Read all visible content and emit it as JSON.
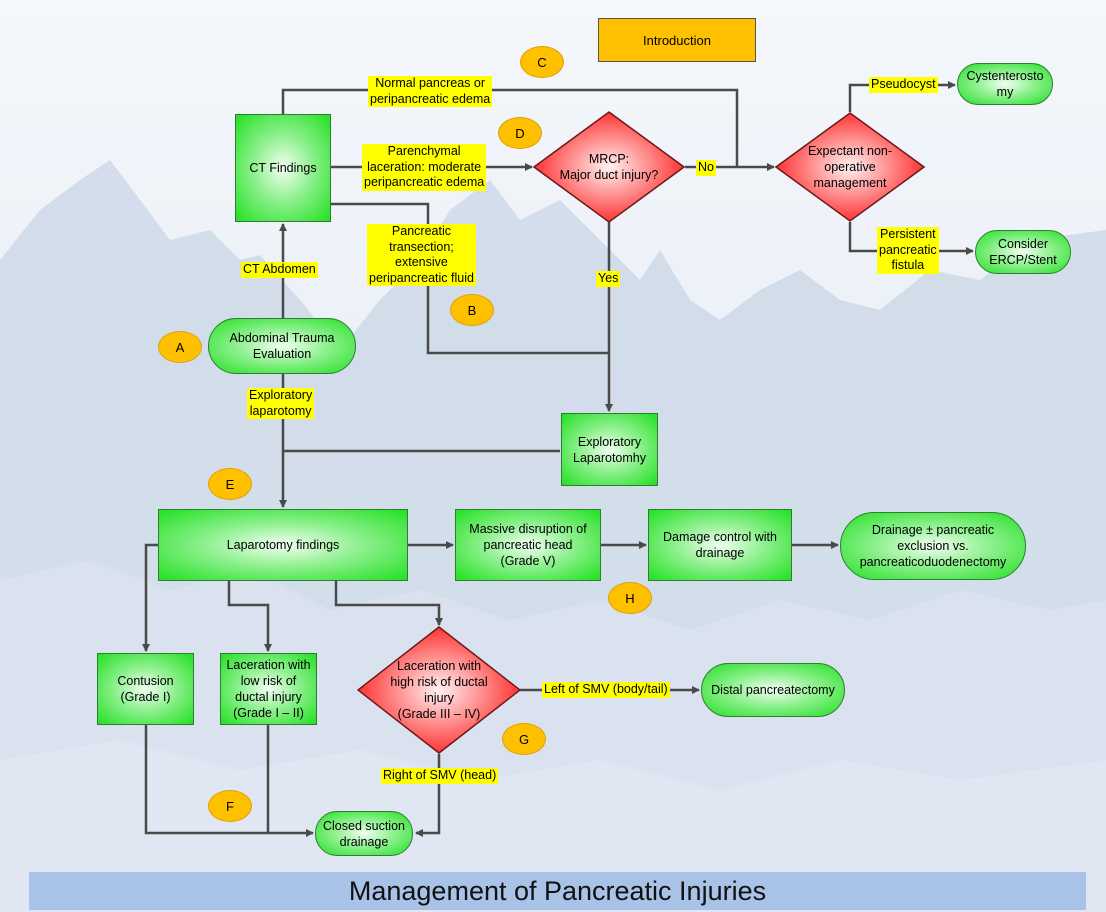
{
  "title": "Management of Pancreatic Injuries",
  "intro_button": "Introduction",
  "nodes": {
    "ct_findings": "CT Findings",
    "abdominal_trauma": "Abdominal Trauma Evaluation",
    "mrcp_line1": "MRCP:",
    "mrcp_line2": "Major duct injury?",
    "expectant_line1": "Expectant non-",
    "expectant_line2": "operative",
    "expectant_line3": "management",
    "cystenterostomy_line1": "Cystenterosto",
    "cystenterostomy_line2": "my",
    "consider_ercp_line1": "Consider",
    "consider_ercp_line2": "ERCP/Stent",
    "exploratory_lap_line1": "Exploratory",
    "exploratory_lap_line2": "Laparotomhy",
    "laparotomy_findings": "Laparotomy findings",
    "massive_line1": "Massive disruption of",
    "massive_line2": "pancreatic head",
    "massive_line3": "(Grade V)",
    "damage_line1": "Damage control with",
    "damage_line2": "drainage",
    "drainage_line1": "Drainage ± pancreatic",
    "drainage_line2": "exclusion vs.",
    "drainage_line3": "pancreaticoduodenectomy",
    "contusion_line1": "Contusion",
    "contusion_line2": "(Grade I)",
    "lowrisk_line1": "Laceration with",
    "lowrisk_line2": "low risk of",
    "lowrisk_line3": "ductal injury",
    "lowrisk_line4": "(Grade I – II)",
    "highrisk_line1": "Laceration with",
    "highrisk_line2": "high risk of ductal",
    "highrisk_line3": "injury",
    "highrisk_line4": "(Grade III – IV)",
    "distal": "Distal pancreatectomy",
    "closed_line1": "Closed suction",
    "closed_line2": "drainage"
  },
  "labels": {
    "normal_line1": "Normal pancreas or",
    "normal_line2": "peripancreatic edema",
    "parenchymal_line1": "Parenchymal",
    "parenchymal_line2": "laceration: moderate",
    "parenchymal_line3": "peripancreatic edema",
    "transection_line1": "Pancreatic",
    "transection_line2": "transection;",
    "transection_line3": "extensive",
    "transection_line4": "peripancreatic fluid",
    "ct_abdomen": "CT Abdomen",
    "no": "No",
    "yes": "Yes",
    "pseudocyst": "Pseudocyst",
    "persistent_line1": "Persistent",
    "persistent_line2": "pancreatic",
    "persistent_line3": "fistula",
    "exploratory_line1": "Exploratory",
    "exploratory_line2": "laparotomy",
    "left_smv": "Left of SMV (body/tail)",
    "right_smv": "Right of SMV (head)"
  },
  "markers": [
    "A",
    "B",
    "C",
    "D",
    "E",
    "F",
    "G",
    "H"
  ],
  "colors": {
    "box_green": "#22e022",
    "diamond_red": "#ff2a2a",
    "label_yellow": "#ffff00",
    "marker_orange": "#ffc000",
    "footer_blue": "#a9c3e8",
    "connector": "#4a4a4a"
  }
}
